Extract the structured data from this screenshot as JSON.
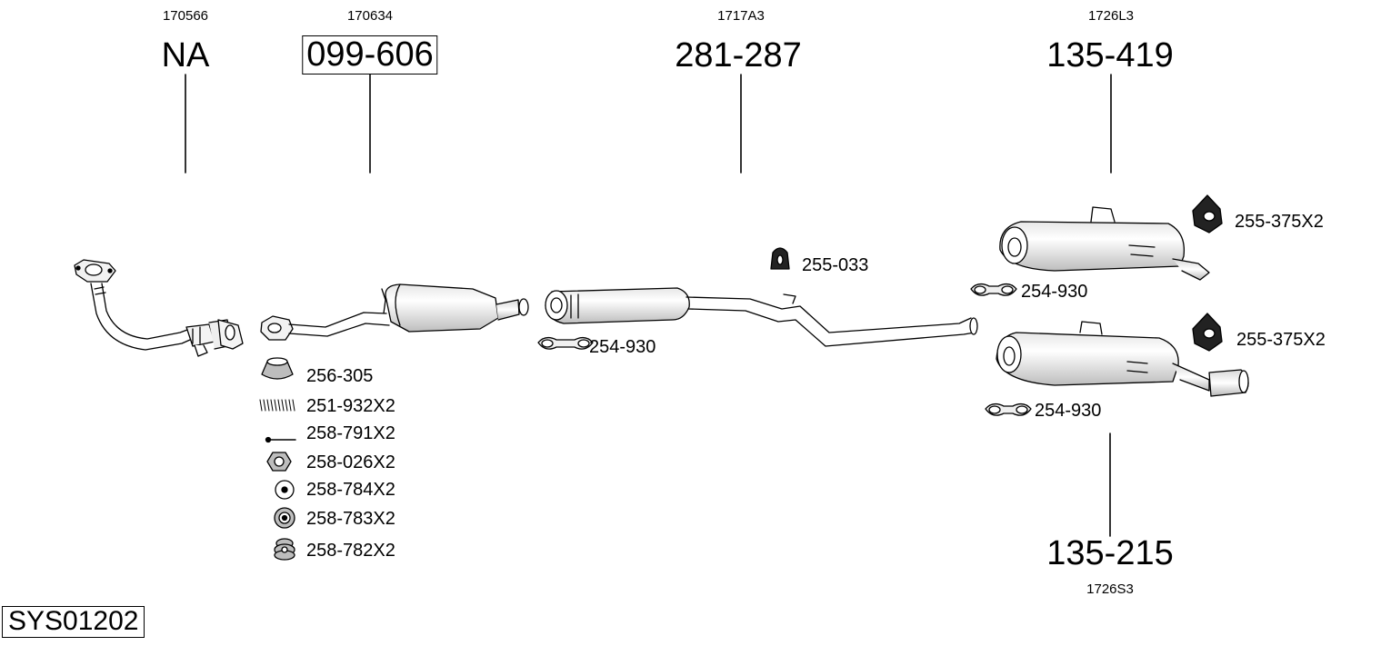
{
  "diagram": {
    "id": "SYS01202",
    "parts": [
      {
        "oe": "170566",
        "number": "NA"
      },
      {
        "oe": "170634",
        "number": "099-606"
      },
      {
        "oe": "1717A3",
        "number": "281-287"
      },
      {
        "oe": "1726L3",
        "number": "135-419"
      },
      {
        "oe": "1726S3",
        "number": "135-215"
      }
    ],
    "accessories": {
      "a_256_305": "256-305",
      "a_251_932": "251-932X2",
      "a_258_791": "258-791X2",
      "a_258_026": "258-026X2",
      "a_258_784": "258-784X2",
      "a_258_783": "258-783X2",
      "a_258_782": "258-782X2",
      "a_254_930_mid": "254-930",
      "a_255_033": "255-033",
      "a_254_930_top": "254-930",
      "a_255_375_top": "255-375X2",
      "a_255_375_bottom": "255-375X2",
      "a_254_930_bottom": "254-930"
    }
  }
}
